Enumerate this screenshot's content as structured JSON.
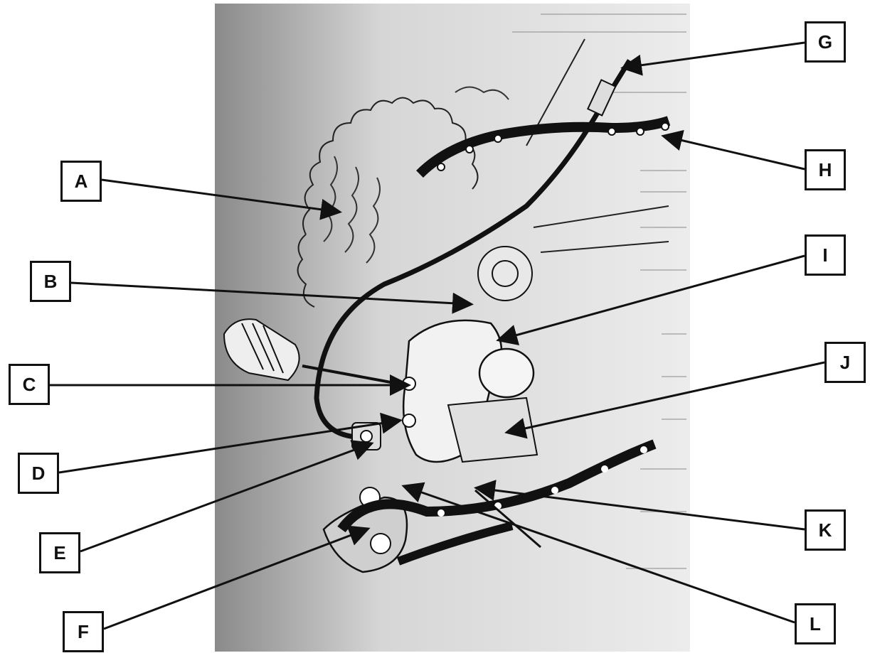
{
  "labels": [
    "A",
    "B",
    "C",
    "D",
    "E",
    "F",
    "G",
    "H",
    "I",
    "J",
    "K",
    "L"
  ],
  "colors": {
    "ink": "#111111",
    "photo_light": "#e6e6e6",
    "photo_dark": "#7a7a7a"
  }
}
